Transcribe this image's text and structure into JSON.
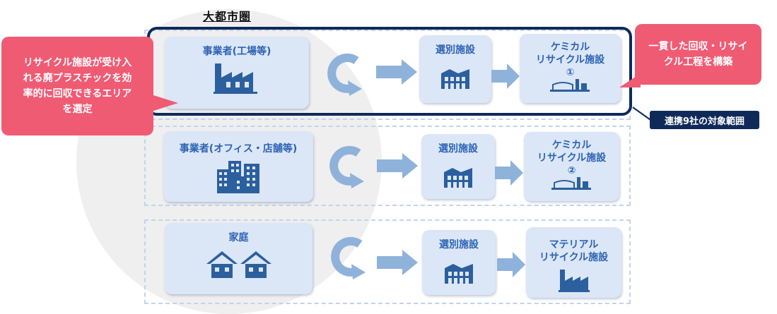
{
  "metro_area_label": "大都市圏",
  "rows": [
    {
      "source": "事業者(工場等)",
      "sorting": "選別施設",
      "recycle": "ケミカル\nリサイクル施設\n①"
    },
    {
      "source": "事業者(オフィス・店舗等)",
      "sorting": "選別施設",
      "recycle": "ケミカル\nリサイクル施設\n②"
    },
    {
      "source": "家庭",
      "sorting": "選別施設",
      "recycle": "マテリアル\nリサイクル施設"
    }
  ],
  "callout_left": "リサイクル施設が受け入\nれる廃プラスチックを効\n率的に回収できるエリア\nを選定",
  "callout_right": "一貫した回収・リサイ\nクル工程を構築",
  "scope_label": "連携9社の対象範囲",
  "colors": {
    "navy": "#0f2a59",
    "box_bg": "#dbe6f7",
    "icon_blue": "#2c5f9e",
    "arrow_blue": "#8fb2db",
    "callout_pink": "#f05b74"
  }
}
